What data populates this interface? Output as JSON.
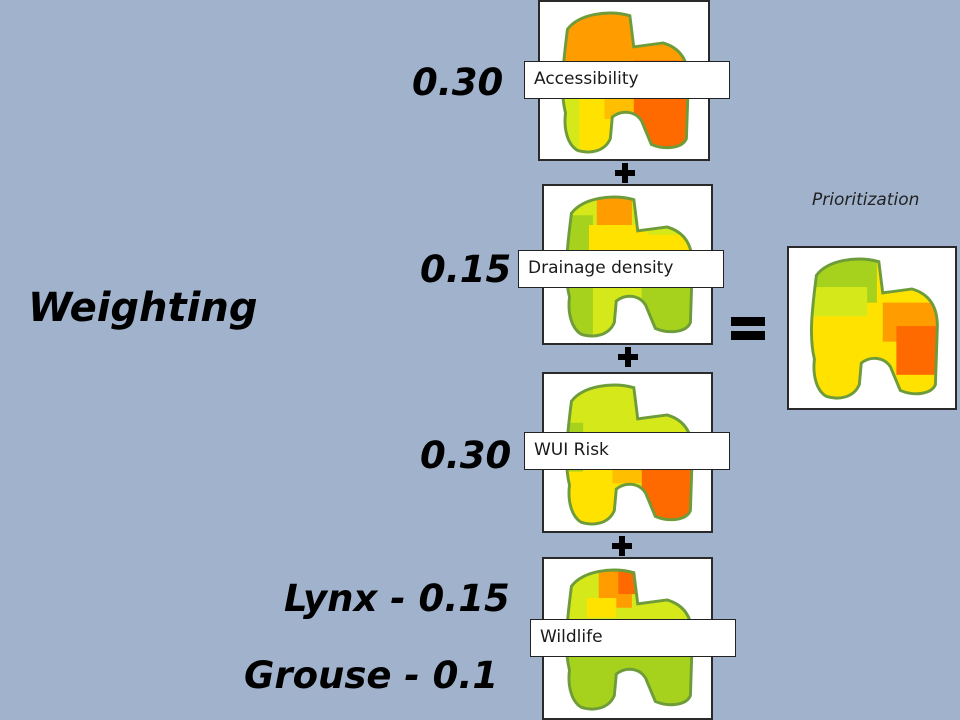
{
  "heading": "Weighting",
  "layers": [
    {
      "label": "Accessibility",
      "weight": "0.30"
    },
    {
      "label": "Drainage density",
      "weight": "0.15"
    },
    {
      "label": "WUI Risk",
      "weight": "0.30"
    },
    {
      "label": "Wildlife",
      "weight_lines": [
        "Lynx - 0.15",
        "Grouse - 0.1"
      ]
    }
  ],
  "result": {
    "label": "Prioritization"
  },
  "colors": {
    "background": "#a1b3cc",
    "outline": "#6f9c3a",
    "green": "#a6d21d",
    "yellow_green": "#d4e81a",
    "yellow": "#ffe200",
    "orange": "#ff9c00",
    "dark_orange": "#ff6a00"
  }
}
